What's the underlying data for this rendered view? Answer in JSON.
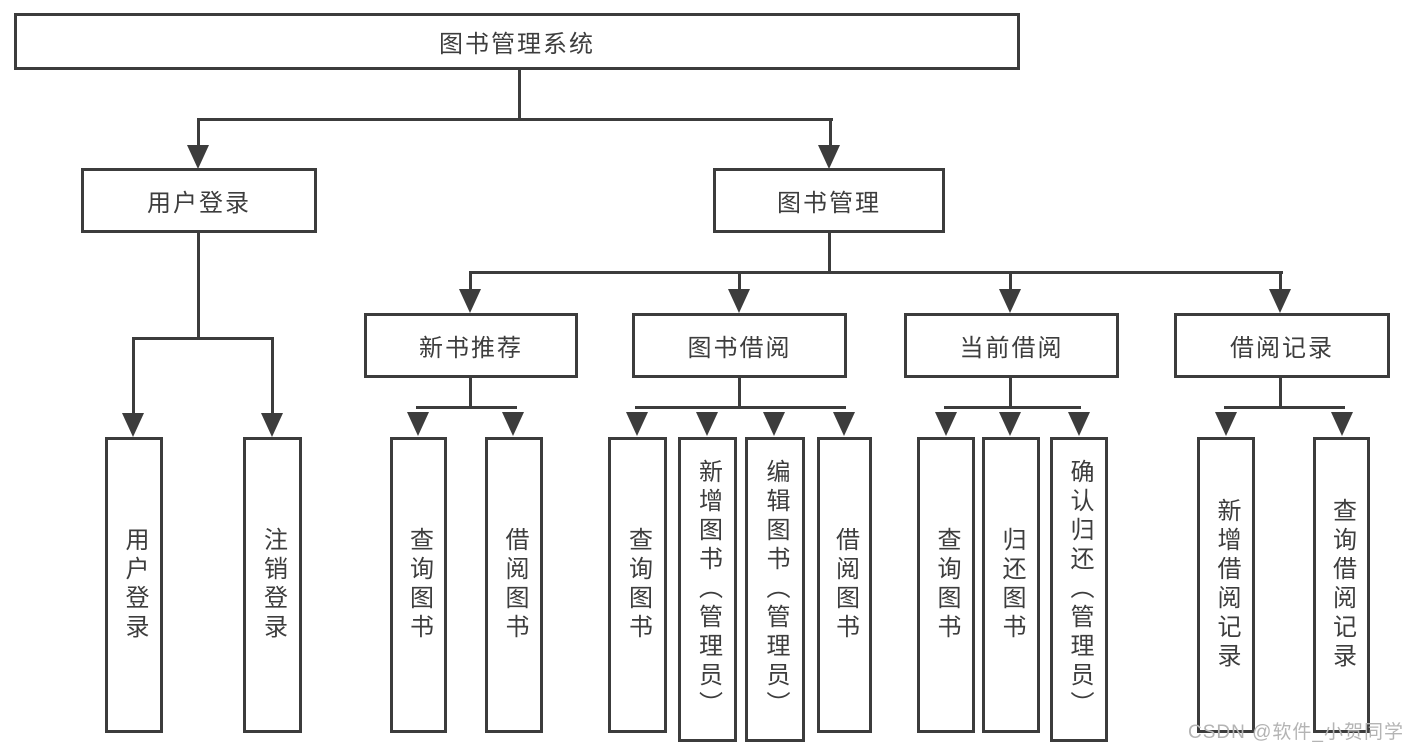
{
  "tree": {
    "root": {
      "label": "图书管理系统",
      "children": [
        {
          "label": "用户登录",
          "children": [
            {
              "label": "用户登录"
            },
            {
              "label": "注销登录"
            }
          ]
        },
        {
          "label": "图书管理",
          "children": [
            {
              "label": "新书推荐",
              "children": [
                {
                  "label": "查询图书"
                },
                {
                  "label": "借阅图书"
                }
              ]
            },
            {
              "label": "图书借阅",
              "children": [
                {
                  "label": "查询图书"
                },
                {
                  "label": "新增图书（管理员）"
                },
                {
                  "label": "编辑图书（管理员）"
                },
                {
                  "label": "借阅图书"
                }
              ]
            },
            {
              "label": "当前借阅",
              "children": [
                {
                  "label": "查询图书"
                },
                {
                  "label": "归还图书"
                },
                {
                  "label": "确认归还（管理员）"
                }
              ]
            },
            {
              "label": "借阅记录",
              "children": [
                {
                  "label": "新增借阅记录"
                },
                {
                  "label": "查询借阅记录"
                }
              ]
            }
          ]
        }
      ]
    }
  },
  "watermark": {
    "text": "CSDN @软件_小贺同学"
  },
  "colors": {
    "line": "#3c3c3c",
    "text": "#3d3d3d",
    "box_background": "#ffffff",
    "page_background": "#ffffff",
    "watermark": "#b4b4b4"
  }
}
